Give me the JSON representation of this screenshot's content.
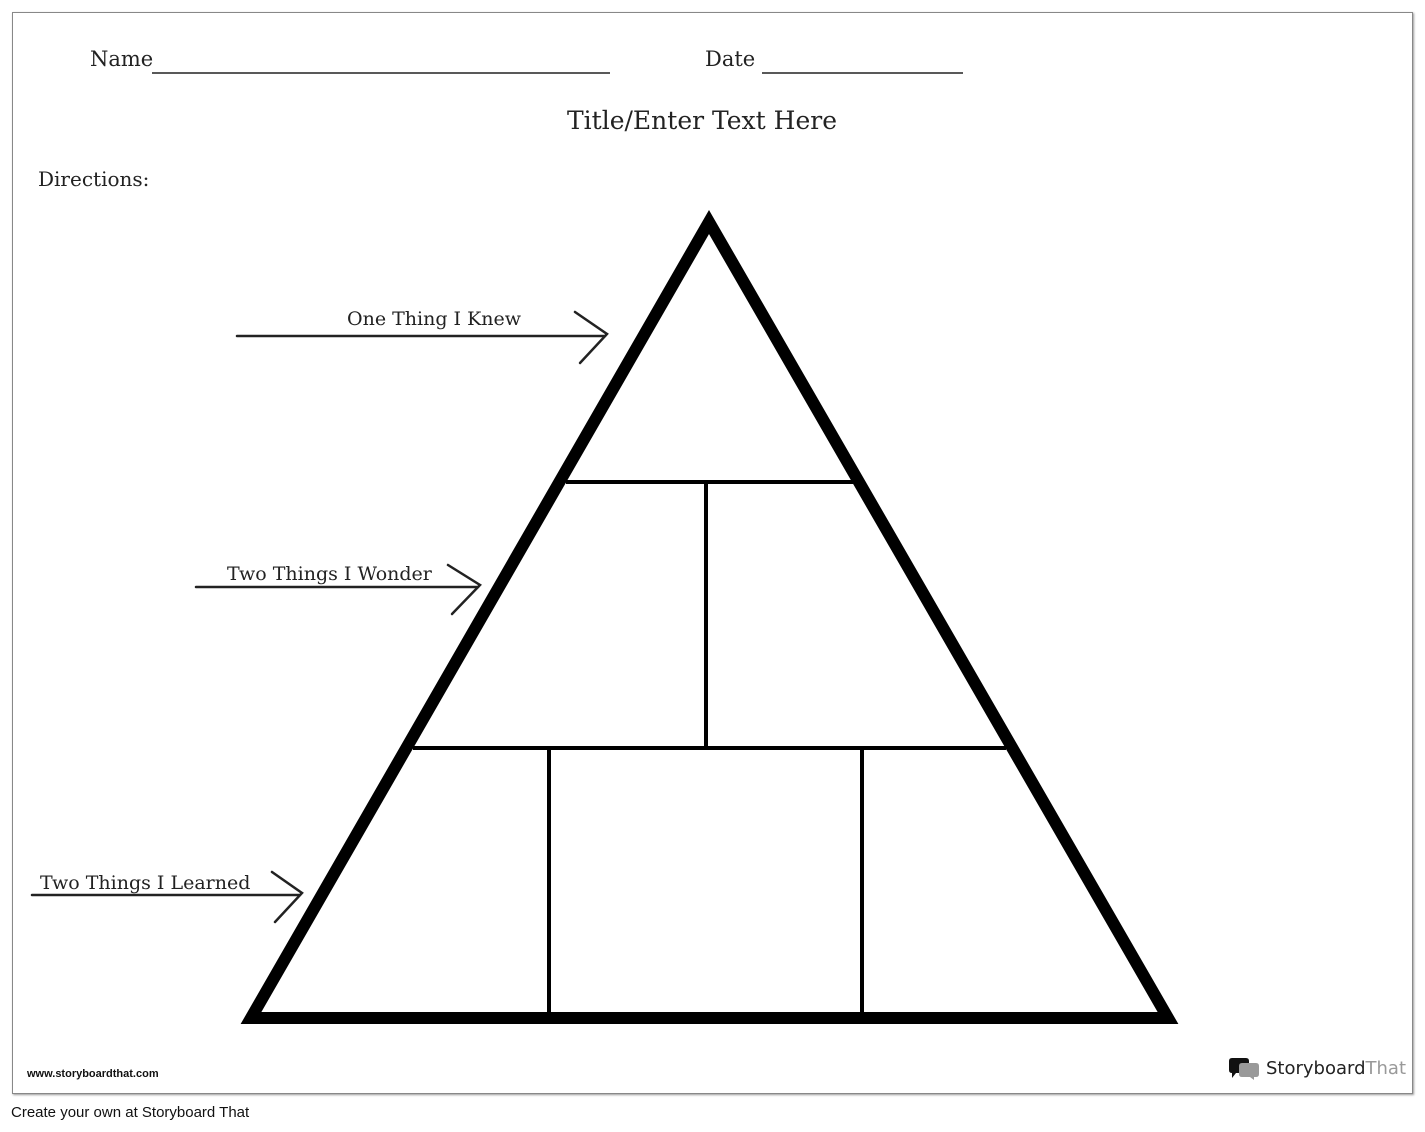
{
  "header": {
    "name_label": "Name",
    "date_label": "Date",
    "title": "Title/Enter Text Here",
    "directions_label": "Directions:"
  },
  "pyramid": {
    "labels": [
      "One Thing I Knew",
      "Two Things I Wonder",
      "Two Things I Learned"
    ]
  },
  "footer": {
    "url": "www.storyboardthat.com",
    "create_text": "Create your own at Storyboard That",
    "logo_main": "Storyboard",
    "logo_accent": "That"
  }
}
